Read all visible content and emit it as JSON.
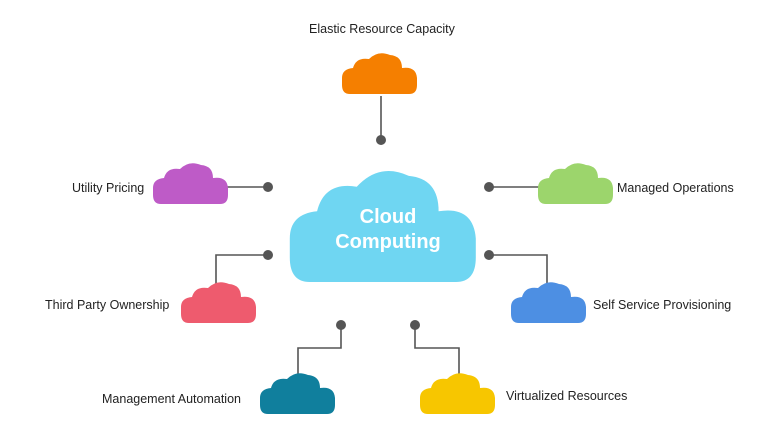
{
  "center": {
    "line1": "Cloud",
    "line2": "Computing",
    "color": "#6fd6f2"
  },
  "nodes": [
    {
      "id": "elastic-resource-capacity",
      "label": "Elastic Resource Capacity",
      "color": "#f57f00",
      "icon": "cloud-icon"
    },
    {
      "id": "utility-pricing",
      "label": "Utility Pricing",
      "color": "#be5bc7",
      "icon": "cloud-icon"
    },
    {
      "id": "managed-operations",
      "label": "Managed Operations",
      "color": "#9cd56c",
      "icon": "cloud-icon"
    },
    {
      "id": "third-party-ownership",
      "label": "Third Party Ownership",
      "color": "#ee5b6e",
      "icon": "cloud-icon"
    },
    {
      "id": "self-service-provisioning",
      "label": "Self Service Provisioning",
      "color": "#4d8fe3",
      "icon": "cloud-icon"
    },
    {
      "id": "management-automation",
      "label": "Management Automation",
      "color": "#107f9d",
      "icon": "cloud-icon"
    },
    {
      "id": "virtualized-resources",
      "label": "Virtualized Resources",
      "color": "#f7c600",
      "icon": "cloud-icon"
    }
  ],
  "connector_color": "#555555"
}
